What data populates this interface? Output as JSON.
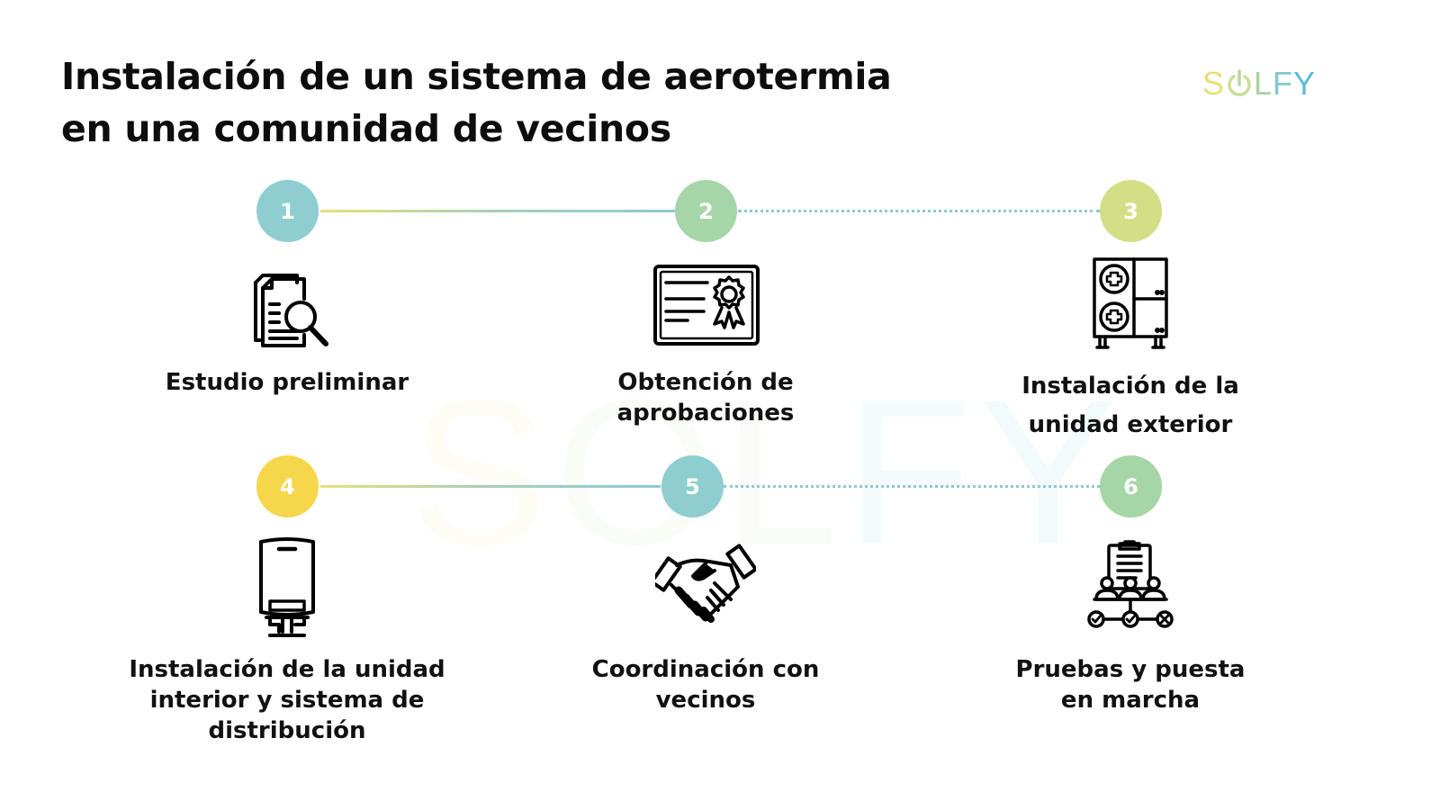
{
  "title": {
    "line1": "Instalación de un sistema de aerotermia",
    "line2": "en una comunidad de vecinos"
  },
  "brand": {
    "logo_letters": [
      "S",
      "O",
      "L",
      "F",
      "Y"
    ],
    "logo_colors": [
      "#e6e07a",
      "#cde08e",
      "#a8d3a4",
      "#7fcad0",
      "#5bbcd9"
    ],
    "watermark_text": "SOLFY"
  },
  "colors": {
    "teal": "#8ecdd0",
    "green": "#a6d5a7",
    "lime": "#d2df86",
    "yellow": "#f6d64a",
    "dot_yellow": "#e8e07a",
    "dot_teal": "#8ec9d3"
  },
  "steps": [
    {
      "number": "1",
      "label_lines": [
        "Estudio preliminar"
      ],
      "icon": "document-search-icon",
      "color": "#8ecdd0"
    },
    {
      "number": "2",
      "label_lines": [
        "Obtención de",
        "aprobaciones"
      ],
      "icon": "certificate-icon",
      "color": "#a6d5a7"
    },
    {
      "number": "3",
      "label_lines": [
        "Instalación de la",
        "unidad exterior"
      ],
      "icon": "outdoor-heat-pump-icon",
      "color": "#d2df86"
    },
    {
      "number": "4",
      "label_lines": [
        "Instalación de la unidad",
        "interior y sistema de",
        "distribución"
      ],
      "icon": "indoor-boiler-unit-icon",
      "color": "#f6d64a"
    },
    {
      "number": "5",
      "label_lines": [
        "Coordinación con",
        "vecinos"
      ],
      "icon": "handshake-icon",
      "color": "#8ecdd0"
    },
    {
      "number": "6",
      "label_lines": [
        "Pruebas y puesta",
        "en marcha"
      ],
      "icon": "testing-checklist-icon",
      "color": "#a6d5a7"
    }
  ]
}
